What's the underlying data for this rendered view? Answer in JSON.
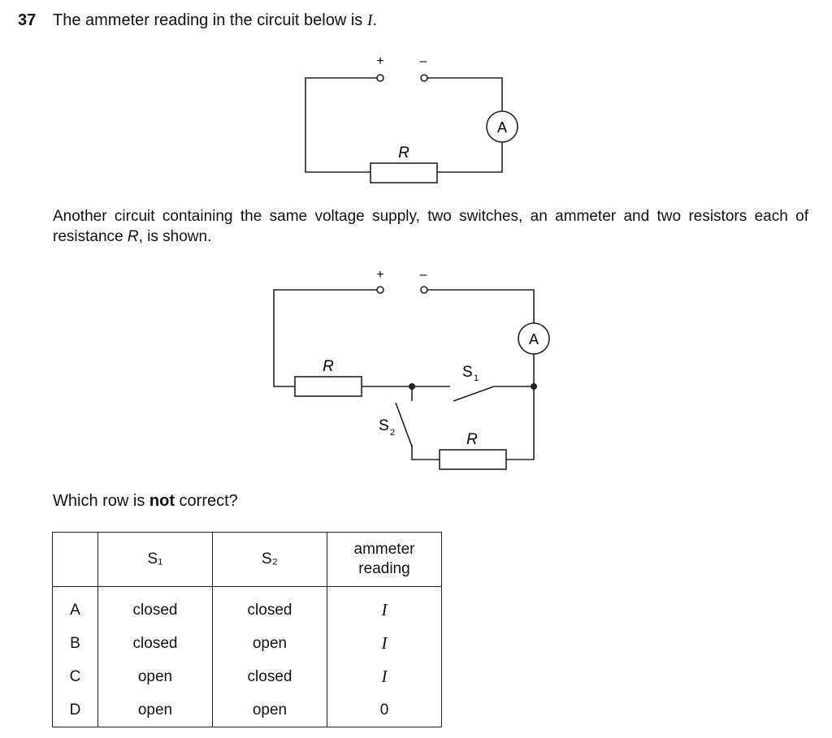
{
  "question": {
    "number": "37",
    "text_before": "The ammeter reading in the circuit below is ",
    "symbol": "I",
    "text_after": "."
  },
  "circuit1": {
    "plus": "+",
    "minus": "–",
    "ammeter": "A",
    "resistor": "R"
  },
  "paragraph": {
    "before": "Another circuit containing the same voltage supply, two switches, an ammeter and two resistors each of resistance ",
    "symbol": "R",
    "after": ", is shown."
  },
  "circuit2": {
    "plus": "+",
    "minus": "–",
    "ammeter": "A",
    "resistor_top": "R",
    "resistor_bottom": "R",
    "switch1": "S",
    "switch1_sub": "1",
    "switch2": "S",
    "switch2_sub": "2"
  },
  "prompt": {
    "before": "Which row is ",
    "bold": "not",
    "after": " correct?"
  },
  "table": {
    "headers": [
      "",
      "S₁",
      "S₂",
      "ammeter reading"
    ],
    "rows": [
      {
        "label": "A",
        "s1": "closed",
        "s2": "closed",
        "reading": "I"
      },
      {
        "label": "B",
        "s1": "closed",
        "s2": "open",
        "reading": "I"
      },
      {
        "label": "C",
        "s1": "open",
        "s2": "closed",
        "reading": "I"
      },
      {
        "label": "D",
        "s1": "open",
        "s2": "open",
        "reading": "0"
      }
    ]
  }
}
